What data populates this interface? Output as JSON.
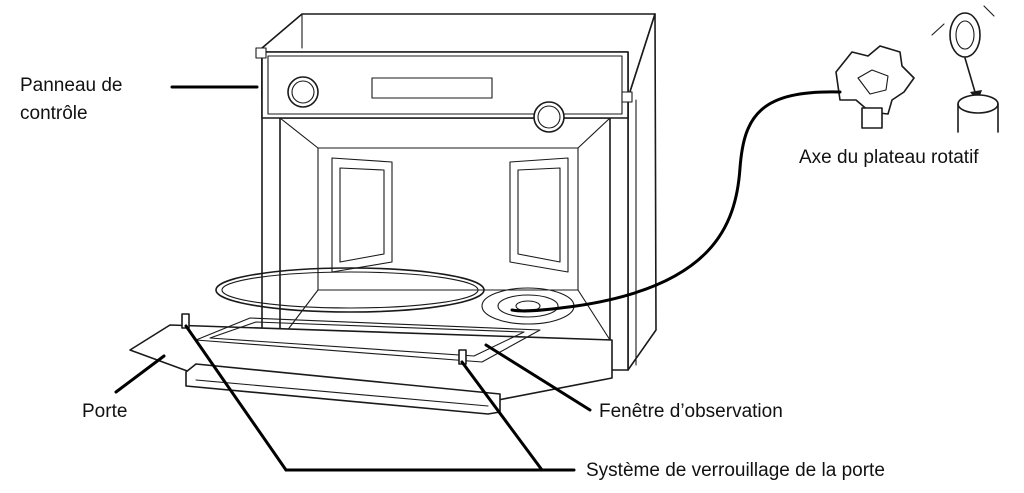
{
  "labels": {
    "control_panel_line1": "Panneau de",
    "control_panel_line2": "contrôle",
    "turntable_axis": "Axe du plateau rotatif",
    "door": "Porte",
    "viewing_window": "Fenêtre d’observation",
    "door_lock_system": "Système de verrouillage de la porte"
  },
  "colors": {
    "line": "#1a1a1a",
    "leader": "#000000",
    "background": "#ffffff"
  }
}
